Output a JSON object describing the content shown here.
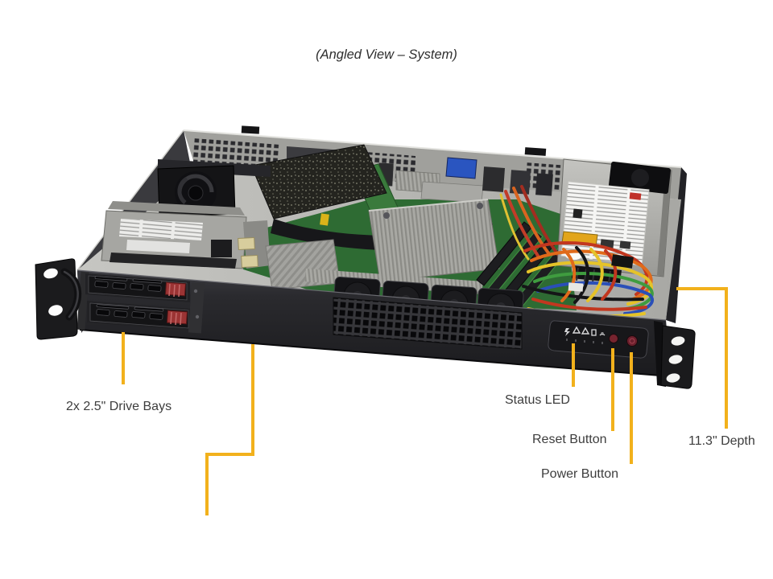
{
  "title": "(Angled View – System)",
  "colors": {
    "callout": "#F2B11C",
    "label_text": "#3d3d3d"
  },
  "callouts": {
    "drive_bays": "2x 2.5\" Drive Bays",
    "status_led": "Status LED",
    "reset_button": "Reset Button",
    "power_button": "Power Button",
    "depth": "11.3\" Depth"
  },
  "front_panel": {
    "icons": [
      "info-led",
      "nic1-led",
      "nic2-led",
      "hdd-led",
      "power-led"
    ],
    "buttons": [
      "reset",
      "power"
    ]
  }
}
